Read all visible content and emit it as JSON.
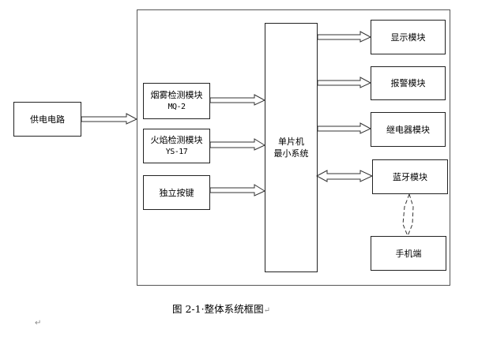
{
  "diagram": {
    "power": {
      "label": "供电电路"
    },
    "smoke": {
      "label": "烟雾检测模块",
      "model": "MQ-2"
    },
    "flame": {
      "label": "火焰检测模块",
      "model": "YS-17"
    },
    "key": {
      "label": "独立按键"
    },
    "mcu": {
      "line1": "单片机",
      "line2": "最小系统"
    },
    "display": {
      "label": "显示模块"
    },
    "alarm": {
      "label": "报警模块"
    },
    "relay": {
      "label": "继电器模块"
    },
    "bluetooth": {
      "label": "蓝牙模块"
    },
    "phone": {
      "label": "手机端"
    },
    "connections": [
      {
        "from": "power",
        "to": "system",
        "type": "hollow-arrow"
      },
      {
        "from": "smoke",
        "to": "mcu",
        "type": "hollow-arrow"
      },
      {
        "from": "flame",
        "to": "mcu",
        "type": "hollow-arrow"
      },
      {
        "from": "key",
        "to": "mcu",
        "type": "hollow-arrow"
      },
      {
        "from": "mcu",
        "to": "display",
        "type": "hollow-arrow"
      },
      {
        "from": "mcu",
        "to": "alarm",
        "type": "hollow-arrow"
      },
      {
        "from": "mcu",
        "to": "relay",
        "type": "hollow-arrow"
      },
      {
        "from": "mcu",
        "to": "bluetooth",
        "type": "bidirectional-hollow-arrow"
      },
      {
        "from": "bluetooth",
        "to": "phone",
        "type": "dashed-bidirectional-wireless"
      }
    ]
  },
  "caption": {
    "text": "图 2-1·整体系统框图",
    "return_mark": "↵"
  },
  "paragraph_mark": "↵"
}
